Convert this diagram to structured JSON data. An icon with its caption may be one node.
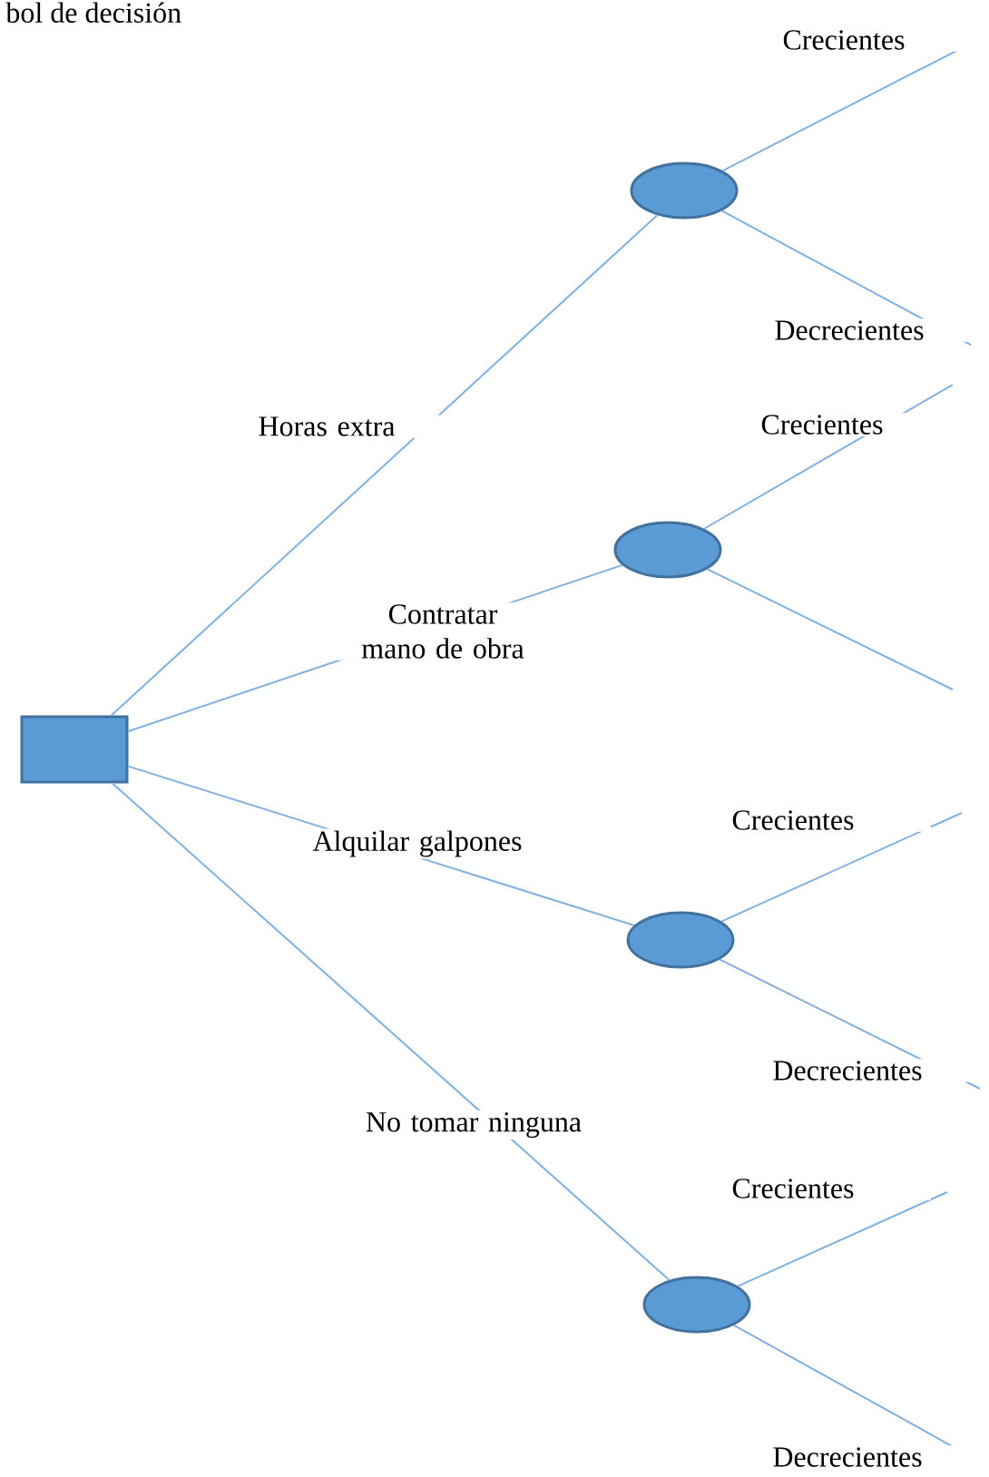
{
  "diagram": {
    "title": "bol de decisión",
    "nodes": [
      {
        "text": [],
        "shape": "box"
      },
      {
        "text": [],
        "shape": "circle"
      },
      {
        "text": [],
        "shape": "circle"
      },
      {
        "text": [],
        "shape": "circle"
      },
      {
        "text": [],
        "shape": "circle"
      }
    ],
    "edges": [
      {
        "from": 0,
        "to": 1,
        "arrow": "none",
        "label": "Horas extra"
      },
      {
        "from": 0,
        "to": 2,
        "arrow": "none",
        "label": "Contratar mano de obra"
      },
      {
        "from": 0,
        "to": 3,
        "arrow": "none",
        "label": "Alquilar galpones"
      },
      {
        "from": 0,
        "to": 4,
        "arrow": "none",
        "label": "No tomar ninguna"
      },
      {
        "from": 1,
        "to": null,
        "arrow": "none",
        "label": "Crecientes"
      },
      {
        "from": 1,
        "to": null,
        "arrow": "none",
        "label": "Decrecientes"
      },
      {
        "from": 2,
        "to": null,
        "arrow": "none",
        "label": "Crecientes"
      },
      {
        "from": 2,
        "to": null,
        "arrow": "none"
      },
      {
        "from": 3,
        "to": null,
        "arrow": "none",
        "label": "Crecientes"
      },
      {
        "from": 3,
        "to": null,
        "arrow": "none",
        "label": "Decrecientes"
      },
      {
        "from": 4,
        "to": null,
        "arrow": "none",
        "label": "Crecientes"
      },
      {
        "from": 4,
        "to": null,
        "arrow": "none",
        "label": "Decrecientes"
      }
    ]
  }
}
